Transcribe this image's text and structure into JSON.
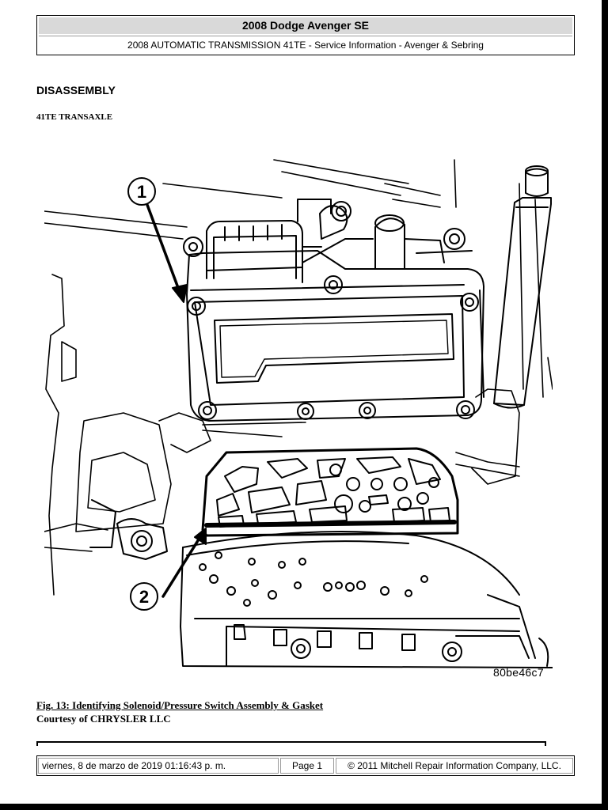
{
  "header": {
    "title": "2008 Dodge Avenger SE",
    "subtitle": "2008 AUTOMATIC TRANSMISSION 41TE - Service Information - Avenger & Sebring"
  },
  "section": {
    "title": "DISASSEMBLY",
    "subtitle": "41TE TRANSAXLE"
  },
  "figure": {
    "callouts": [
      "1",
      "2"
    ],
    "code": "80be46c7",
    "caption": "Fig. 13: Identifying Solenoid/Pressure Switch Assembly & Gasket",
    "courtesy": "Courtesy of CHRYSLER LLC"
  },
  "footer": {
    "date": "viernes, 8 de marzo de 2019 01:16:43 p. m.",
    "page": "Page 1",
    "copyright": "© 2011 Mitchell Repair Information Company, LLC."
  }
}
